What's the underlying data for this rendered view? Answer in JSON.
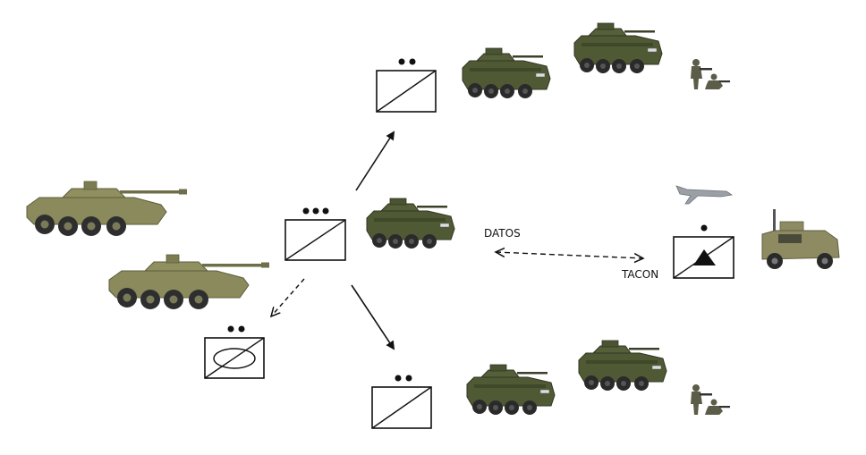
{
  "labels": {
    "datos": "DATOS",
    "tacon": "TACON"
  },
  "symbols": {
    "company": {
      "echelon_dots": 3,
      "type": "armored-infantry"
    },
    "platoon_top": {
      "echelon_dots": 2,
      "type": "armored-infantry"
    },
    "platoon_bottom": {
      "echelon_dots": 2,
      "type": "armored-infantry"
    },
    "platoon_recon": {
      "echelon_dots": 2,
      "type": "armored-cavalry"
    },
    "uav_unit": {
      "echelon_dots": 1,
      "type": "uav"
    }
  },
  "links": {
    "datos_link": "bidirectional-dashed",
    "recon_link": "dashed"
  },
  "colors": {
    "vehicle_hull": "#4f5a35",
    "vehicle_dark": "#2f3522",
    "tank_hull": "#8a8a5c",
    "tank_dark": "#5d5e3d",
    "wheel": "#2a2a2a",
    "soldier": "#5b5d48",
    "line": "#111111"
  }
}
